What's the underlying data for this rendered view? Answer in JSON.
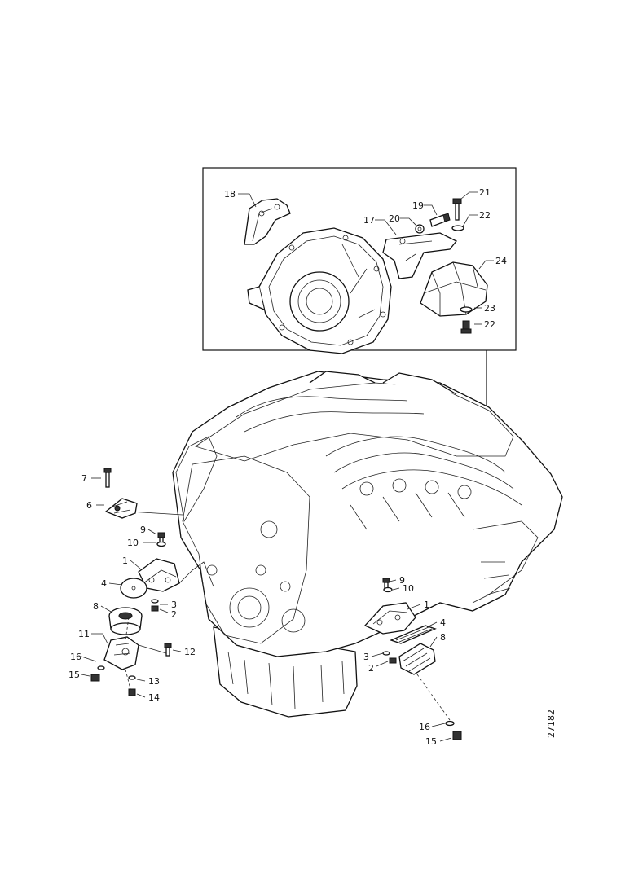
{
  "drawing": {
    "code": "27182",
    "callouts": {
      "inset": [
        {
          "id": "c18",
          "text": "18"
        },
        {
          "id": "c17",
          "text": "17"
        },
        {
          "id": "c19",
          "text": "19"
        },
        {
          "id": "c20",
          "text": "20"
        },
        {
          "id": "c21",
          "text": "21"
        },
        {
          "id": "c22a",
          "text": "22"
        },
        {
          "id": "c24",
          "text": "24"
        },
        {
          "id": "c23",
          "text": "23"
        },
        {
          "id": "c22b",
          "text": "22"
        }
      ],
      "left": [
        {
          "id": "l7",
          "text": "7"
        },
        {
          "id": "l6",
          "text": "6"
        },
        {
          "id": "l9",
          "text": "9"
        },
        {
          "id": "l10",
          "text": "10"
        },
        {
          "id": "l1",
          "text": "1"
        },
        {
          "id": "l4",
          "text": "4"
        },
        {
          "id": "l3",
          "text": "3"
        },
        {
          "id": "l2",
          "text": "2"
        },
        {
          "id": "l8",
          "text": "8"
        },
        {
          "id": "l11",
          "text": "11"
        },
        {
          "id": "l12",
          "text": "12"
        },
        {
          "id": "l16",
          "text": "16"
        },
        {
          "id": "l15",
          "text": "15"
        },
        {
          "id": "l13",
          "text": "13"
        },
        {
          "id": "l14",
          "text": "14"
        }
      ],
      "right": [
        {
          "id": "r9",
          "text": "9"
        },
        {
          "id": "r10",
          "text": "10"
        },
        {
          "id": "r1",
          "text": "1"
        },
        {
          "id": "r4",
          "text": "4"
        },
        {
          "id": "r8",
          "text": "8"
        },
        {
          "id": "r3",
          "text": "3"
        },
        {
          "id": "r2",
          "text": "2"
        },
        {
          "id": "r16",
          "text": "16"
        },
        {
          "id": "r15",
          "text": "15"
        }
      ]
    }
  }
}
